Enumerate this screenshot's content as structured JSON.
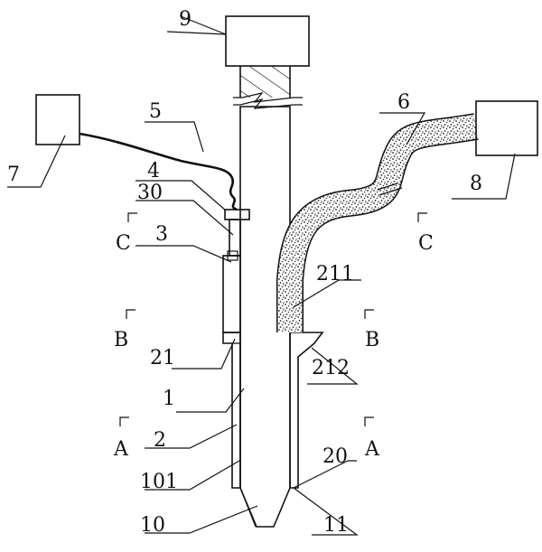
{
  "labels": {
    "l9": "9",
    "l7": "7",
    "l5": "5",
    "l4": "4",
    "l30": "30",
    "l3": "3",
    "l6": "6",
    "l8": "8",
    "l211": "211",
    "l212": "212",
    "l21": "21",
    "l1": "1",
    "l2": "2",
    "l101": "101",
    "l20": "20",
    "l10": "10",
    "l11": "11"
  },
  "section_marks": {
    "c_left": "C",
    "c_right": "C",
    "b_left": "B",
    "b_right": "B",
    "a_left": "A",
    "a_right": "A"
  }
}
